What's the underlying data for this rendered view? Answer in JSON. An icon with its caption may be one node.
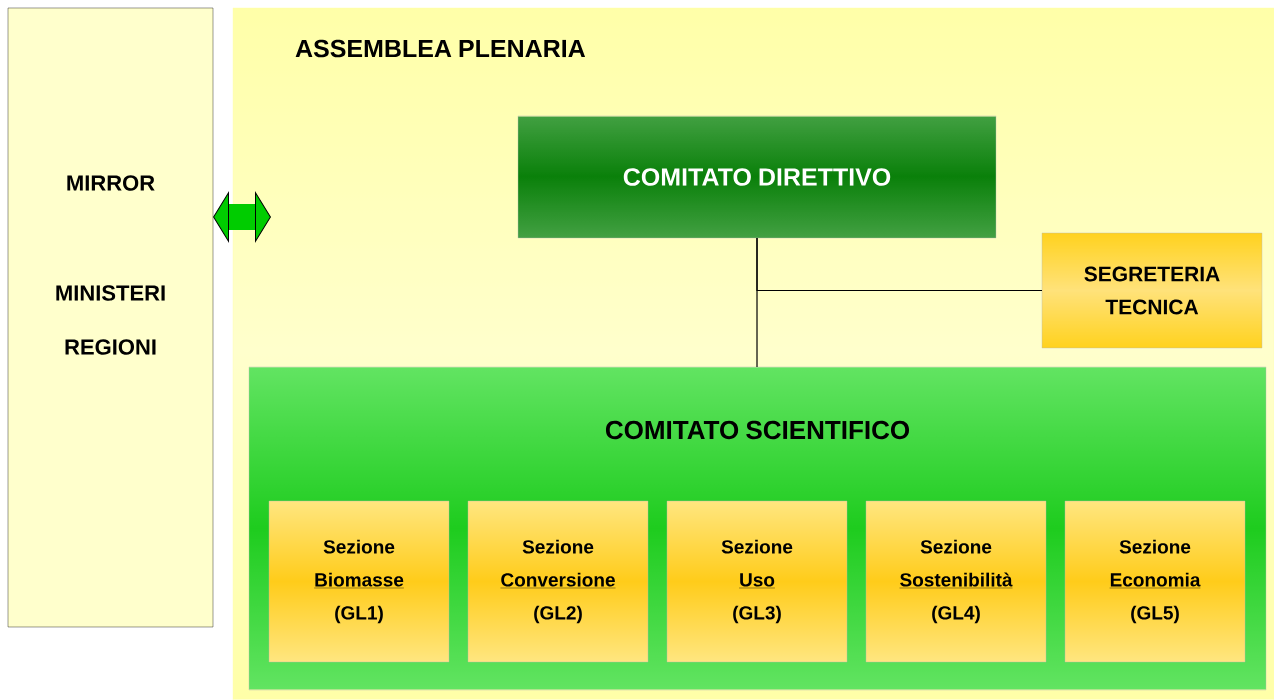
{
  "diagram": {
    "nodes": [
      {
        "text": [
          "MIRROR",
          "MINISTERI REGIONI"
        ]
      },
      {
        "text": [
          "ASSEMBLEA PLENARIA"
        ]
      },
      {
        "text": [
          "COMITATO DIRETTIVO"
        ],
        "in": 1
      },
      {
        "text": [
          "SEGRETERIA TECNICA"
        ],
        "in": 1
      },
      {
        "text": [
          "COMITATO SCIENTIFICO"
        ],
        "in": 1
      },
      {
        "text": [
          "Sezione",
          "Biomasse",
          "(GL1)"
        ],
        "in": 4
      },
      {
        "text": [
          "Sezione",
          "Conversione",
          "(GL2)"
        ],
        "in": 4
      },
      {
        "text": [
          "Sezione",
          "Uso",
          "(GL3)"
        ],
        "in": 4
      },
      {
        "text": [
          "Sezione",
          "Sostenibilità",
          "(GL4)"
        ],
        "in": 4
      },
      {
        "text": [
          "Sezione",
          "Economia",
          "(GL5)"
        ],
        "in": 4
      }
    ],
    "edges": [
      {
        "from": 0,
        "to": 1,
        "arrow": "both",
        "style": "thick",
        "color": "#00cc00"
      },
      {
        "from": 2,
        "to": 4,
        "arrow": "none"
      },
      {
        "from": 2,
        "to": 3,
        "arrow": "none"
      }
    ]
  }
}
